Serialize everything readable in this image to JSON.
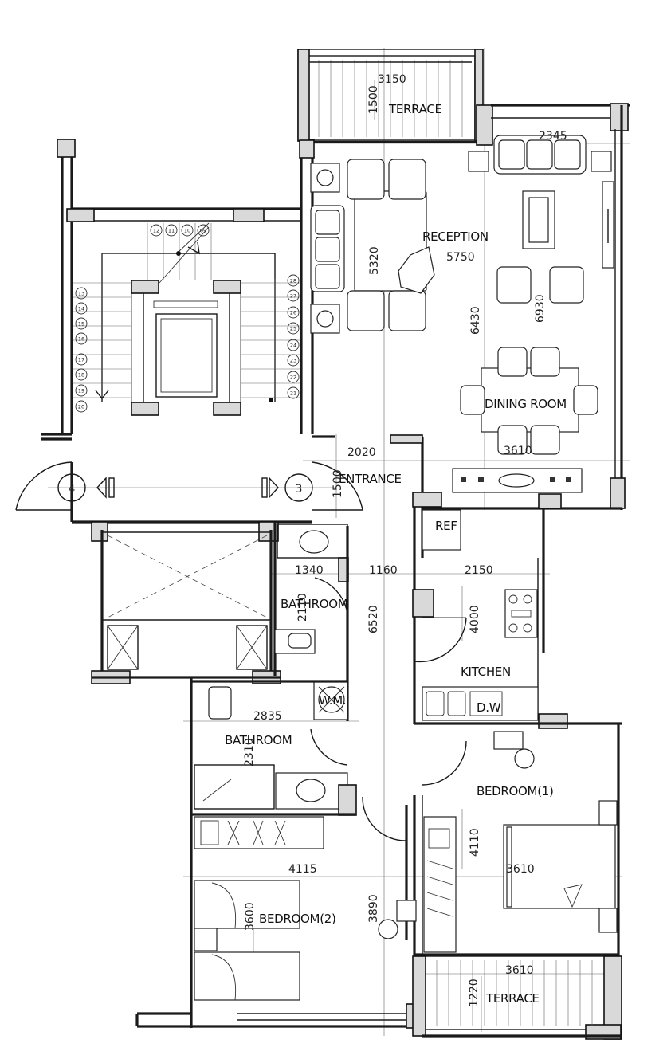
{
  "rooms": {
    "terrace_top": "TERRACE",
    "reception": "RECEPTION",
    "dining": "DINING ROOM",
    "entrance": "ENTRANCE",
    "bathroom1": "BATHROOM",
    "bathroom2": "BATHROOM",
    "kitchen": "KITCHEN",
    "bedroom1": "BEDROOM(1)",
    "bedroom2": "BEDROOM(2)",
    "terrace_bottom": "TERRACE"
  },
  "fixtures": {
    "washing_machine": "W.M.",
    "fridge": "REF",
    "dishwasher": "D.W"
  },
  "dimensions": {
    "d3150": "3150",
    "d1500a": "1500",
    "d2345": "2345",
    "d5750": "5750",
    "d5320": "5320",
    "d6430": "6430",
    "d6930": "6930",
    "d2020": "2020",
    "d1500b": "1500",
    "d1340": "1340",
    "d1160": "1160",
    "d2150": "2150",
    "d2110": "2110",
    "d6520": "6520",
    "d4000": "4000",
    "d2835": "2835",
    "d2310": "2310",
    "d4110": "4110",
    "d3610a": "3610",
    "d4115": "4115",
    "d3890": "3890",
    "d3600": "3600",
    "d3610b": "3610",
    "d1220": "1220",
    "d3610c": "3610"
  },
  "stair": {
    "grid_left": "4",
    "grid_right": "3",
    "top_steps": [
      "12",
      "11",
      "10",
      "09"
    ],
    "left_steps": [
      "13",
      "14",
      "15",
      "16",
      "17",
      "18",
      "19",
      "20"
    ],
    "right_steps": [
      "28",
      "27",
      "26",
      "25",
      "24",
      "23",
      "22",
      "21"
    ]
  }
}
